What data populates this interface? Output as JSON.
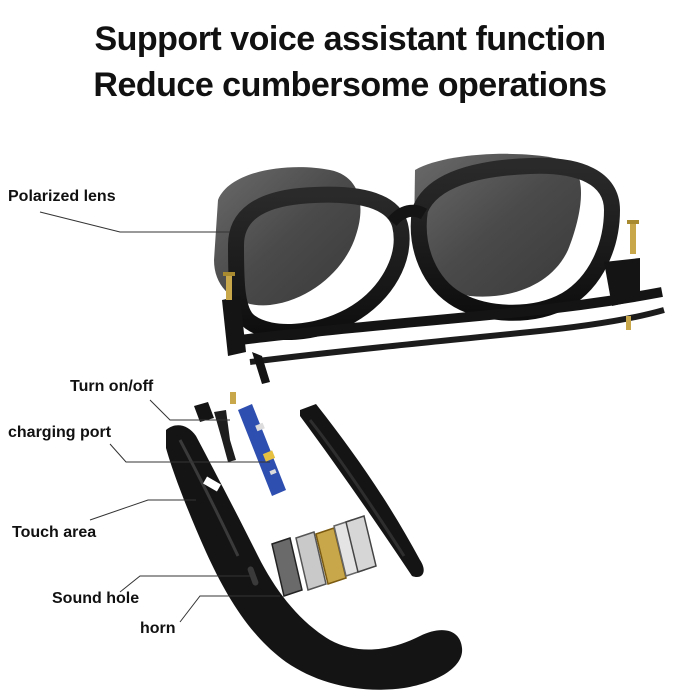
{
  "headline": {
    "line1": "Support voice assistant function",
    "line2": "Reduce cumbersome operations"
  },
  "labels": {
    "polarized_lens": "Polarized lens",
    "turn_on_off": "Turn on/off",
    "charging_port": "charging port",
    "touch_area": "Touch area",
    "sound_hole": "Sound hole",
    "horn": "horn"
  },
  "colors": {
    "frame": "#141414",
    "lens": "#4a4a4a",
    "pcb": "#2f4fb0",
    "metal": "#c9c9c9",
    "brass": "#c8a64a",
    "text": "#111111"
  },
  "icons": [
    "smart-glasses-front-frame",
    "temple-arm",
    "circuit-board",
    "speaker-module",
    "screw"
  ]
}
